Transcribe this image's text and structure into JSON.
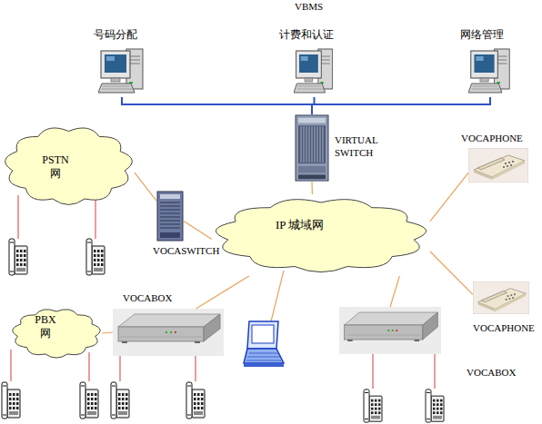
{
  "diagram": {
    "nodes": [
      {
        "text": [
          "号码分配"
        ]
      },
      {
        "text": [
          "计费和认证"
        ]
      },
      {
        "text": [
          "网络管理"
        ]
      },
      {
        "text": [
          "VIRTUAL SWITCH"
        ]
      },
      {
        "text": [
          "PSTN 网"
        ]
      },
      {
        "text": [
          "VOCAPHONE"
        ]
      },
      {
        "text": [
          "VOCASWITCH"
        ]
      },
      {
        "text": [
          "IP 城域网"
        ]
      },
      {
        "text": [
          "VOCABOX"
        ]
      },
      {
        "text": [
          "PBX 网"
        ]
      },
      {
        "text": [
          "VOCAPHONE"
        ]
      },
      {
        "text": [
          "VOCABOX"
        ]
      }
    ],
    "edges": [
      {
        "from": 3,
        "to": 0,
        "arrow": "none"
      },
      {
        "from": 3,
        "to": 1,
        "arrow": "none"
      },
      {
        "from": 3,
        "to": 2,
        "arrow": "none"
      },
      {
        "from": 4,
        "to": 6,
        "arrow": "none"
      },
      {
        "from": 6,
        "to": 7,
        "arrow": "none"
      },
      {
        "from": 3,
        "to": 7,
        "arrow": "none"
      },
      {
        "from": 7,
        "to": 5,
        "arrow": "none"
      },
      {
        "from": 7,
        "to": 10,
        "arrow": "none"
      },
      {
        "from": 7,
        "to": 8,
        "arrow": "none"
      },
      {
        "from": 7,
        "to": 11,
        "arrow": "none"
      },
      {
        "from": 9,
        "to": 8,
        "arrow": "none"
      }
    ],
    "labels": [
      "VBMS"
    ]
  }
}
